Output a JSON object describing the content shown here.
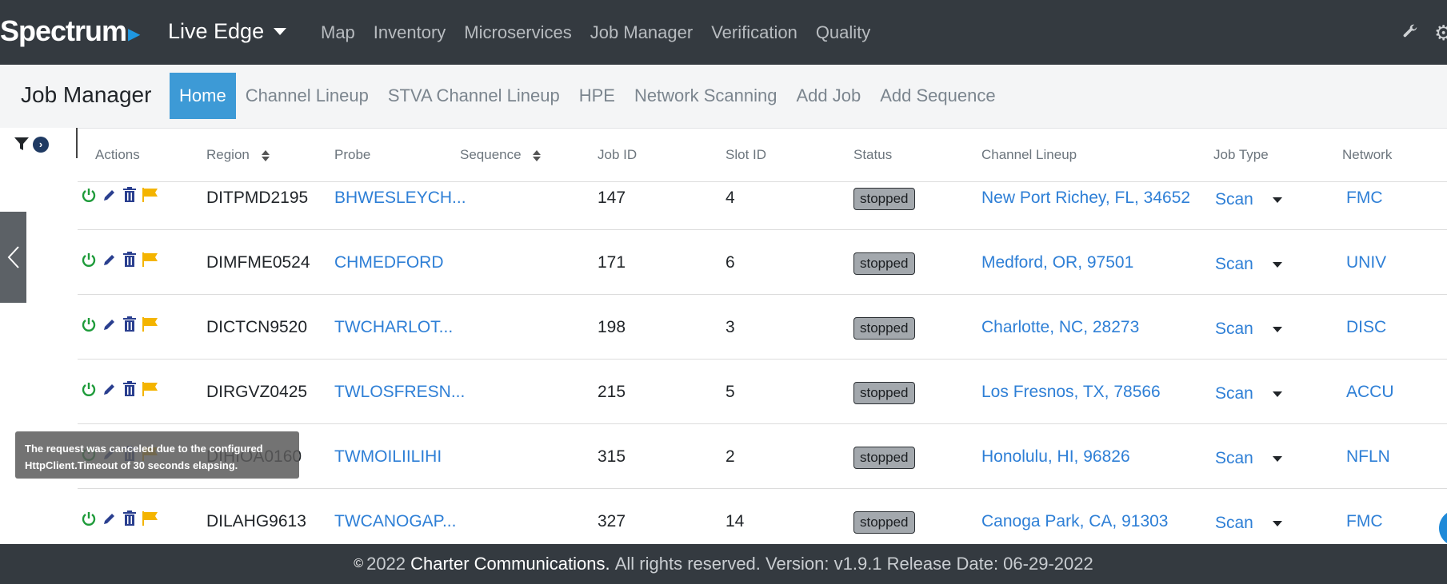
{
  "topnav": {
    "brand": "Spectrum",
    "environment": "Live Edge",
    "links": [
      "Map",
      "Inventory",
      "Microservices",
      "Job Manager",
      "Verification",
      "Quality"
    ]
  },
  "subnav": {
    "title": "Job Manager",
    "tabs": [
      "Home",
      "Channel Lineup",
      "STVA Channel Lineup",
      "HPE",
      "Network Scanning",
      "Add Job",
      "Add Sequence"
    ],
    "active_tab": "Home"
  },
  "table": {
    "headers": {
      "actions": "Actions",
      "region": "Region",
      "probe": "Probe",
      "sequence": "Sequence",
      "job_id": "Job ID",
      "slot_id": "Slot ID",
      "status": "Status",
      "channel_lineup": "Channel Lineup",
      "job_type": "Job Type",
      "network": "Network"
    },
    "rows": [
      {
        "region": "DITPMD2195",
        "probe": "BHWESLEYCH...",
        "job_id": "147",
        "slot_id": "4",
        "status": "stopped",
        "lineup": "New Port Richey, FL, 34652",
        "job_type": "Scan",
        "network": "FMC"
      },
      {
        "region": "DIMFME0524",
        "probe": "CHMEDFORD",
        "job_id": "171",
        "slot_id": "6",
        "status": "stopped",
        "lineup": "Medford, OR, 97501",
        "job_type": "Scan",
        "network": "UNIV"
      },
      {
        "region": "DICTCN9520",
        "probe": "TWCHARLOT...",
        "job_id": "198",
        "slot_id": "3",
        "status": "stopped",
        "lineup": "Charlotte, NC, 28273",
        "job_type": "Scan",
        "network": "DISC"
      },
      {
        "region": "DIRGVZ0425",
        "probe": "TWLOSFRESN...",
        "job_id": "215",
        "slot_id": "5",
        "status": "stopped",
        "lineup": "Los Fresnos, TX, 78566",
        "job_type": "Scan",
        "network": "ACCU"
      },
      {
        "region": "DIHIOA0160",
        "probe": "TWMOILIILIHI",
        "job_id": "315",
        "slot_id": "2",
        "status": "stopped",
        "lineup": "Honolulu, HI, 96826",
        "job_type": "Scan",
        "network": "NFLN"
      },
      {
        "region": "DILAHG9613",
        "probe": "TWCANOGAP...",
        "job_id": "327",
        "slot_id": "14",
        "status": "stopped",
        "lineup": "Canoga Park, CA, 91303",
        "job_type": "Scan",
        "network": "FMC"
      }
    ]
  },
  "toast": {
    "message_line1": "The request was canceled due to the configured",
    "message_line2": "HttpClient.Timeout of 30 seconds elapsing."
  },
  "footer": {
    "copyright_symbol": "©",
    "year": "2022",
    "company": "Charter Communications.",
    "rest": "All rights reserved. Version: v1.9.1 Release Date: 06-29-2022"
  },
  "colors": {
    "navbar": "#343a40",
    "active_tab": "#3d9ad6",
    "link": "#2e7fd6",
    "power_icon": "#1e9b3a",
    "edit_icon": "#2a3f8f",
    "flag_icon": "#f4b400"
  },
  "icons": {
    "row_actions": [
      "power-icon",
      "pencil-icon",
      "trash-icon",
      "flag-icon"
    ],
    "nav": [
      "wrench-icon",
      "gear-icon"
    ],
    "filter": [
      "filter-icon",
      "chevron-right-circle-icon"
    ]
  }
}
